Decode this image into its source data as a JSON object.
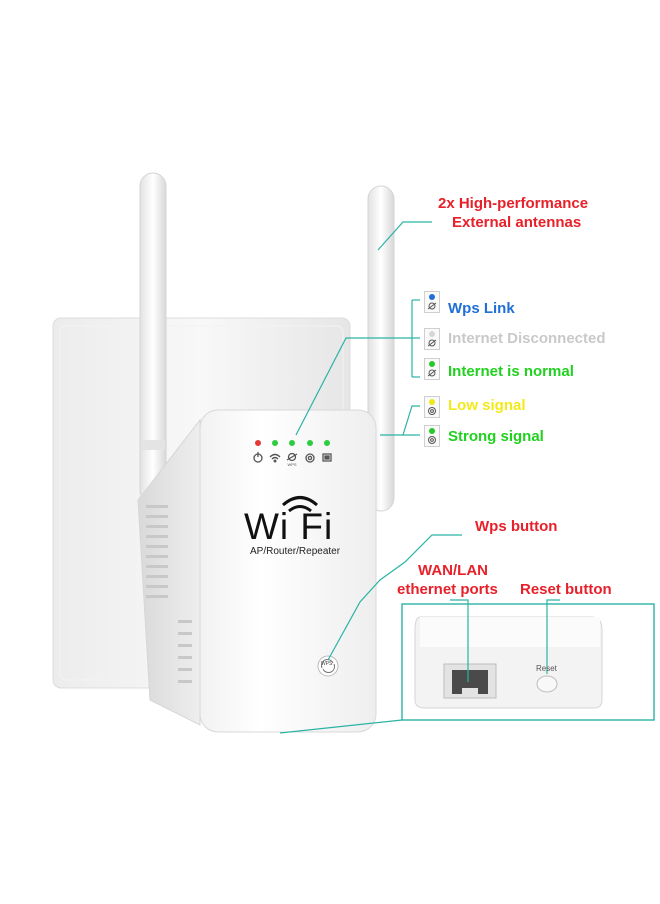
{
  "device": {
    "brand_logo": "Wi Fi",
    "model_text": "AP/Router/Repeater",
    "wps_button_text": "WPS",
    "reset_text": "Reset"
  },
  "callouts": {
    "antennas_line1": "2x High-performance",
    "antennas_line2": "External antennas",
    "wps_button": "Wps button",
    "ports_line1": "WAN/LAN",
    "ports_line2": "ethernet ports",
    "reset_button": "Reset button"
  },
  "indicators": [
    {
      "label": "Wps Link",
      "color": "#1f6fd6",
      "dot": "#1f6fd6",
      "icon": "wps-icon"
    },
    {
      "label": "Internet Disconnected",
      "color": "#c9c9c9",
      "dot": "#d6d6d6",
      "icon": "wps-icon"
    },
    {
      "label": "Internet is normal",
      "color": "#21d11f",
      "dot": "#28c828",
      "icon": "wps-icon"
    },
    {
      "label": "Low signal",
      "color": "#f2ea1a",
      "dot": "#f0e81a",
      "icon": "signal-icon"
    },
    {
      "label": "Strong signal",
      "color": "#21d11f",
      "dot": "#28c828",
      "icon": "signal-icon"
    }
  ],
  "colors": {
    "callout_red": "#e8202a",
    "leader_line": "#2bb3a4",
    "led_red": "#e53935",
    "led_green": "#2ecc40"
  }
}
